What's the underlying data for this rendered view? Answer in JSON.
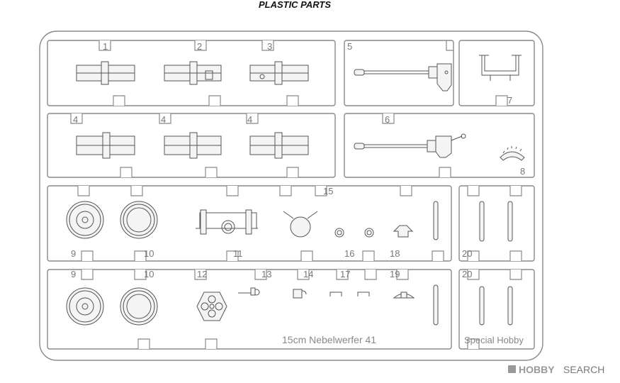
{
  "title": "PLASTIC PARTS",
  "part_numbers": [
    "1",
    "2",
    "3",
    "4",
    "4",
    "4",
    "5",
    "6",
    "7",
    "8",
    "9",
    "10",
    "11",
    "12",
    "13",
    "14",
    "15",
    "16",
    "17",
    "18",
    "19",
    "20",
    "9",
    "10",
    "20"
  ],
  "sprue_text": {
    "kit_name": "15cm Nebelwerfer 41",
    "maker": "Special Hobby"
  },
  "watermark": {
    "logo": "HOBBY",
    "text": "SEARCH"
  }
}
